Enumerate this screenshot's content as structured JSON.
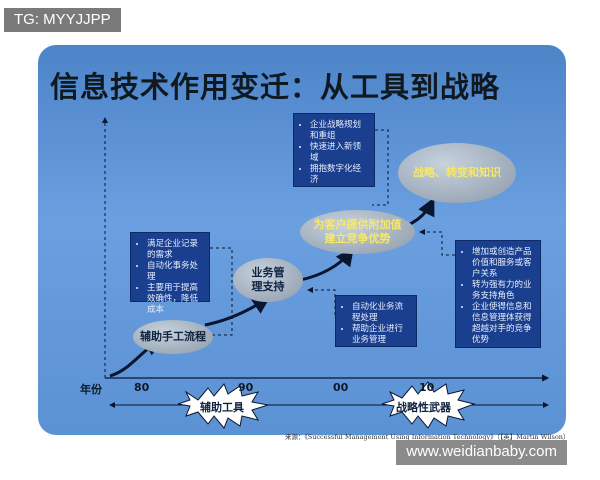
{
  "tag": "TG: MYYJJPP",
  "watermark": "www.weidianbaby.com",
  "title": "信息技术作用变迁：从工具到战略",
  "axis": {
    "label": "年份",
    "ticks": [
      "80",
      "90",
      "00",
      "10"
    ]
  },
  "stages": {
    "s1": "辅助手工流程",
    "s2_line1": "业务管",
    "s2_line2": "理支持",
    "s3_line1": "为客户提供附加值",
    "s3_line2": "建立竞争优势",
    "s4": "战略、转变和知识"
  },
  "boxes": {
    "box1": [
      "满足企业记录的需求",
      "自动化事务处理",
      "主要用于提高效确性，降低成本"
    ],
    "box2": [
      "自动化业务流程处理",
      "帮助企业进行业务管理"
    ],
    "box3": [
      "企业战略规划和重组",
      "快速进入新领域",
      "拥抱数字化经济"
    ],
    "box4": [
      "增加或创造产品价值和服务或客户关系",
      "转为强有力的业务支持角色",
      "企业使得信息和信息管理体获得超越对手的竞争优势"
    ]
  },
  "phases": {
    "p1": "辅助工具",
    "p2": "战略性武器"
  },
  "source": "来源：《Successful Management Using Information Technology》（【英】Martin Wilson）",
  "colors": {
    "slide_bg": "#5b92d4",
    "box_bg": "#1a3f8f",
    "stage_text_highlight": "#f6e86a"
  }
}
